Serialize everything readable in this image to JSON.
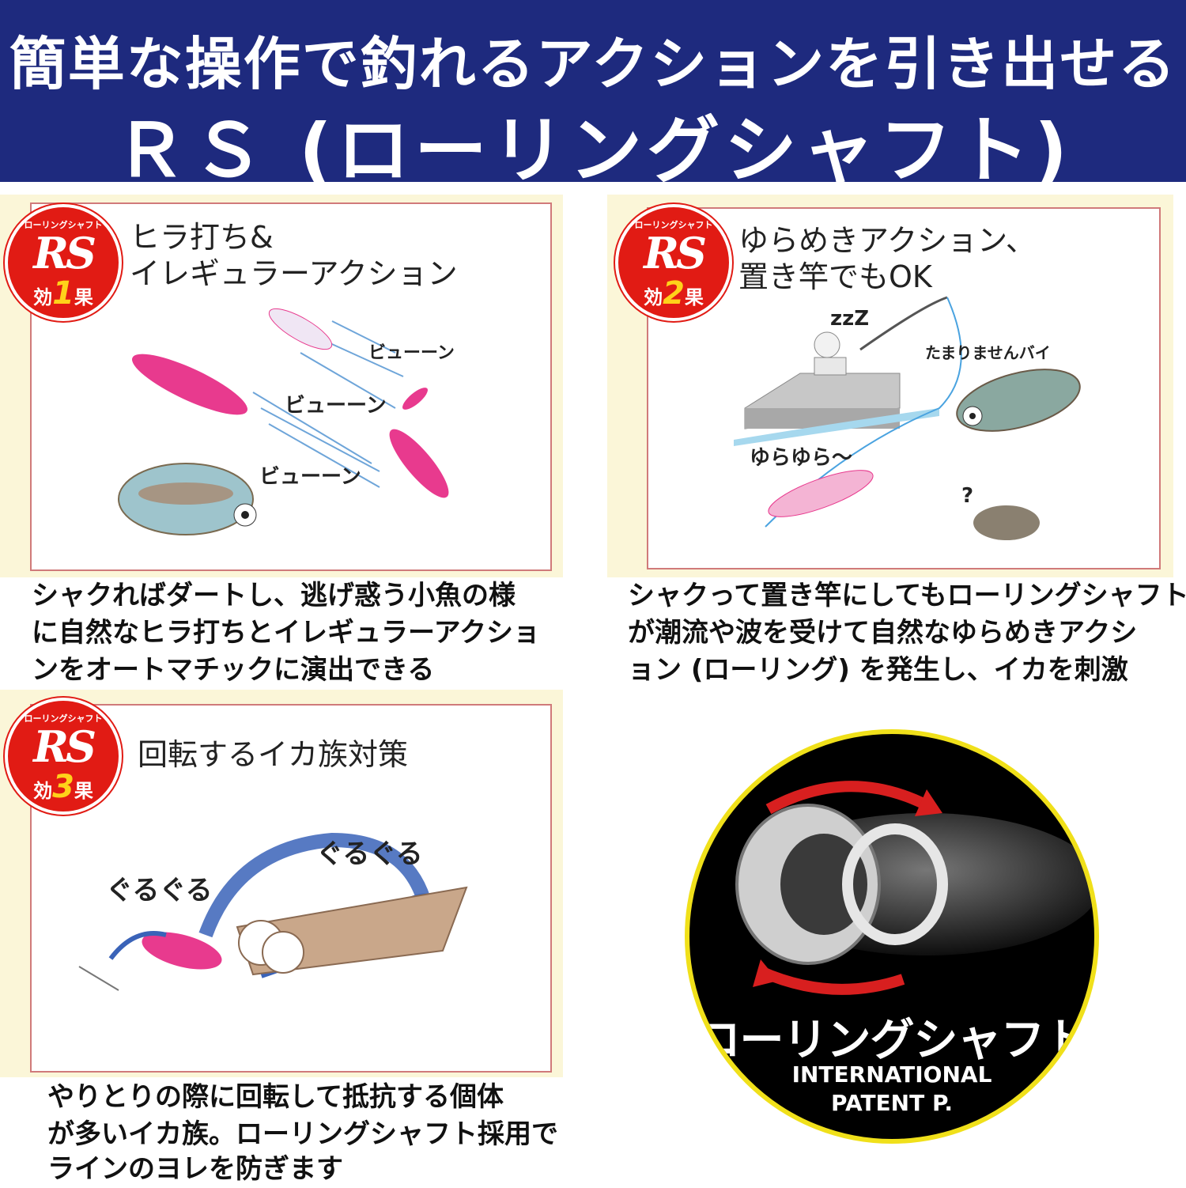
{
  "header": {
    "line1": "簡単な操作で釣れるアクションを引き出せる",
    "line2": "ＲＳ (ローリングシャフト)"
  },
  "panels": [
    {
      "badge": {
        "top": "ローリングシャフト",
        "rs": "RS",
        "eff_a": "効",
        "num": "1",
        "eff_b": "果"
      },
      "title1": "ヒラ打ち&",
      "title2": "イレギュラーアクション",
      "labels": [
        "ビューーン",
        "ビューーン",
        "ビューーン"
      ],
      "desc": [
        "シャクればダートし、逃げ惑う小魚の様",
        "に自然なヒラ打ちとイレギュラーアクショ",
        "ンをオートマチックに演出できる"
      ]
    },
    {
      "badge": {
        "top": "ローリングシャフト",
        "rs": "RS",
        "eff_a": "効",
        "num": "2",
        "eff_b": "果"
      },
      "title1": "ゆらめきアクション、",
      "title2": "置き竿でもOK",
      "labels": [
        "zzZ",
        "たまりませんバイ",
        "ゆらゆら〜",
        "?"
      ],
      "desc": [
        "シャクって置き竿にしてもローリングシャフト",
        "が潮流や波を受けて自然なゆらめきアクシ",
        "ョン (ローリング) を発生し、イカを刺激"
      ]
    },
    {
      "badge": {
        "top": "ローリングシャフト",
        "rs": "RS",
        "eff_a": "効",
        "num": "3",
        "eff_b": "果"
      },
      "title1": "回転するイカ族対策",
      "labels": [
        "ぐるぐる",
        "ぐるぐる"
      ],
      "desc": [
        "やりとりの際に回転して抵抗する個体",
        "が多いイカ族。ローリングシャフト採用で",
        "ラインのヨレを防ぎます"
      ]
    }
  ],
  "feature": {
    "title": "ローリングシャフト",
    "sub1": "INTERNATIONAL",
    "sub2": "PATENT P."
  },
  "colors": {
    "header_bg": "#1e2a7e",
    "badge": "#e11b14",
    "panel_bg": "#fbf6d8",
    "frame": "#d07a7a",
    "ring": "#f0e01a"
  }
}
